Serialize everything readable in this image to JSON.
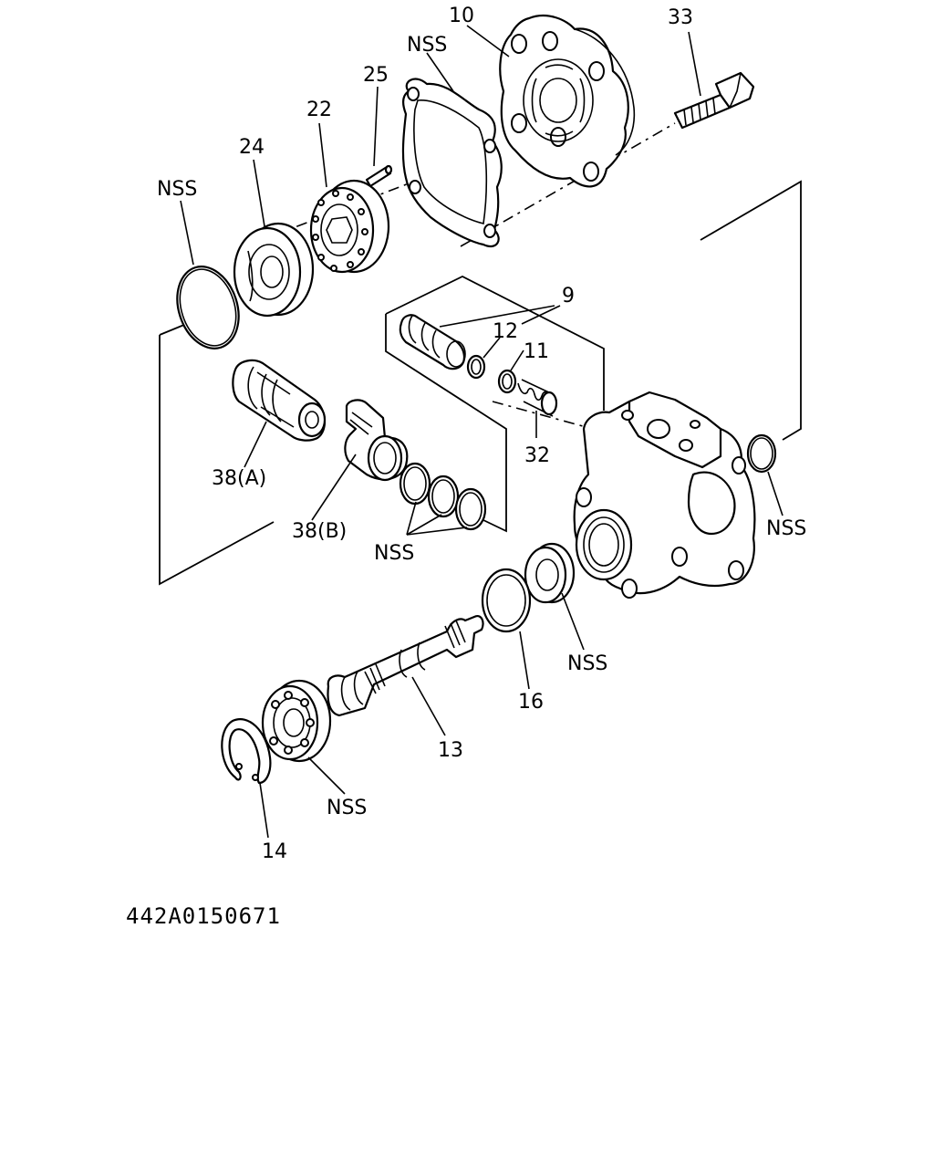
{
  "labels": {
    "part_10": "10",
    "part_33": "33",
    "nss_gasket": "NSS",
    "part_25": "25",
    "part_22": "22",
    "part_24": "24",
    "nss_oring_left": "NSS",
    "part_9": "9",
    "part_12": "12",
    "part_11": "11",
    "part_32": "32",
    "part_38a": "38(A)",
    "part_38b": "38(B)",
    "nss_orings": "NSS",
    "nss_oring_right": "NSS",
    "nss_seal": "NSS",
    "part_16": "16",
    "part_13": "13",
    "nss_bearing": "NSS",
    "part_14": "14"
  },
  "drawing_number": "442A0150671"
}
